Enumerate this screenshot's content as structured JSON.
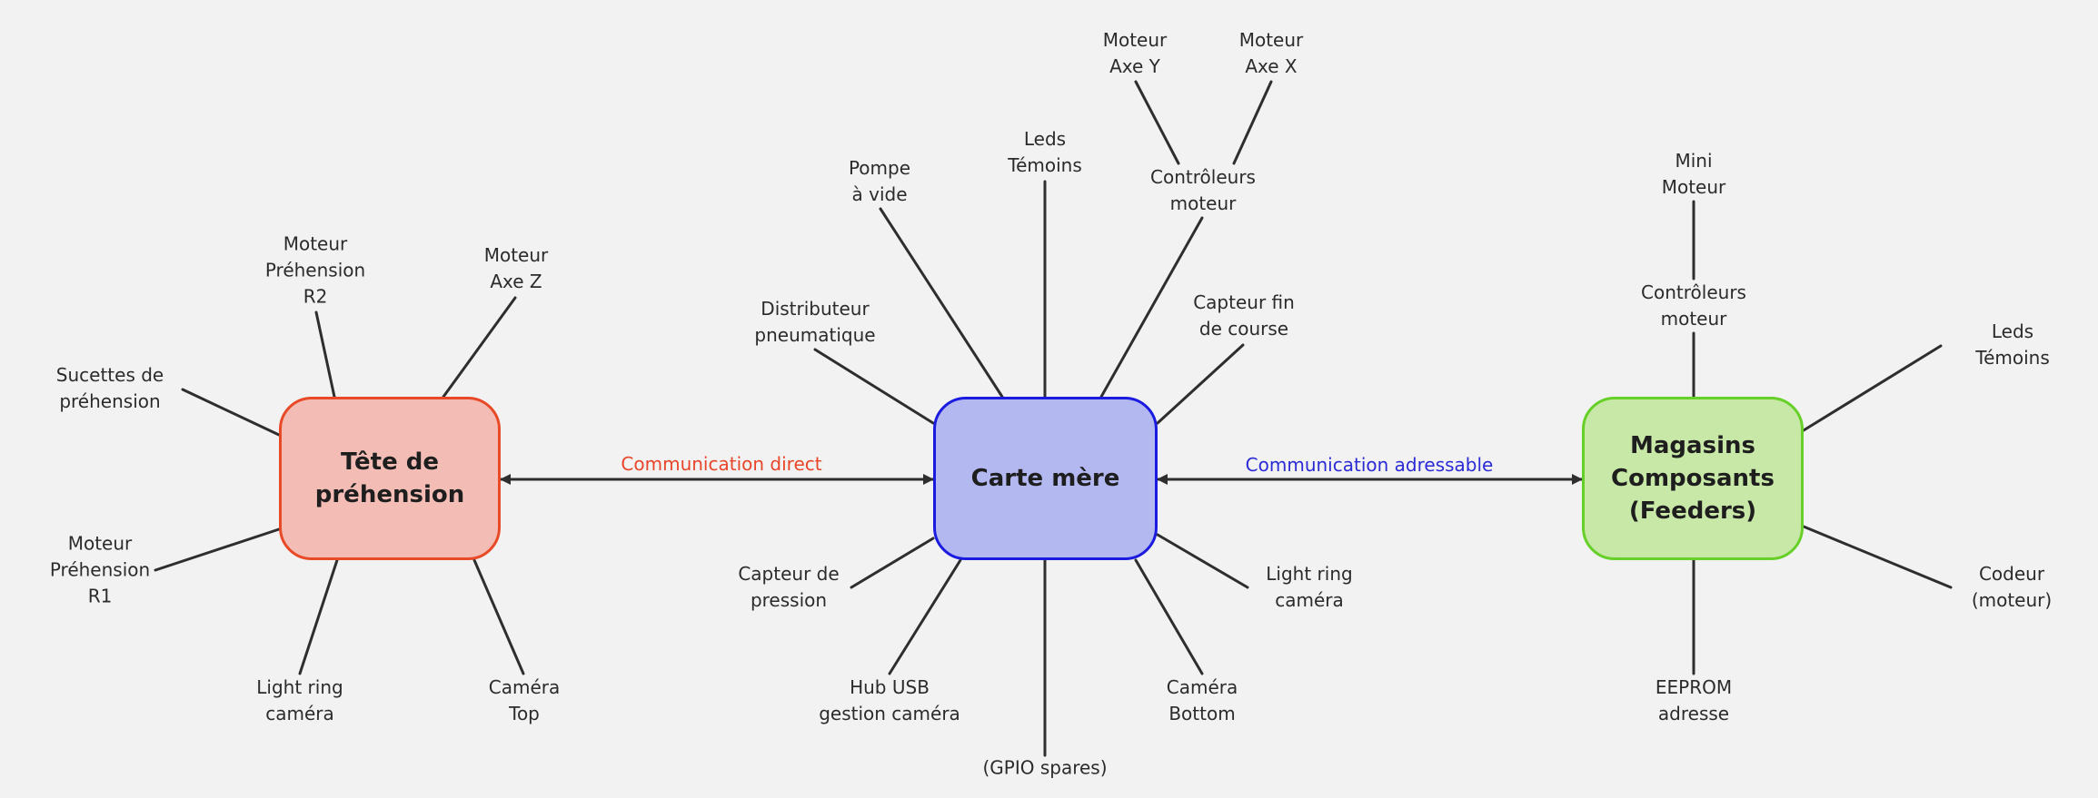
{
  "colors": {
    "background": "#f2f2f2",
    "line": "#2e2e2e",
    "head_fill": "#f3bdb5",
    "head_border": "#e84a27",
    "mother_fill": "#b3b8f1",
    "mother_border": "#1b1be0",
    "feeder_fill": "#c8e8a8",
    "feeder_border": "#66d028",
    "link_direct": "#e8452a",
    "link_address": "#2b2bd6"
  },
  "nodes": {
    "head": "Tête de\npréhension",
    "mother": "Carte mère",
    "feeders": "Magasins\nComposants\n(Feeders)"
  },
  "connections": {
    "direct": "Communication direct",
    "address": "Communication adressable"
  },
  "head_labels": {
    "moteur_r2": "Moteur\nPréhension\nR2",
    "moteur_z": "Moteur\nAxe Z",
    "sucettes": "Sucettes de\npréhension",
    "moteur_r1": "Moteur\nPréhension\nR1",
    "light_ring": "Light ring\ncaméra",
    "camera_top": "Caméra\nTop"
  },
  "mother_labels": {
    "pompe": "Pompe\nà vide",
    "leds": "Leds\nTémoins",
    "moteur_y": "Moteur\nAxe Y",
    "moteur_x": "Moteur\nAxe X",
    "controleurs": "Contrôleurs\nmoteur",
    "distributeur": "Distributeur\npneumatique",
    "capteur_fin": "Capteur fin\nde course",
    "capteur_pression": "Capteur de\npression",
    "hub_usb": "Hub USB\ngestion caméra",
    "gpio": "(GPIO spares)",
    "camera_bottom": "Caméra\nBottom",
    "light_ring": "Light ring\ncaméra"
  },
  "feeder_labels": {
    "mini_moteur": "Mini\nMoteur",
    "controleurs": "Contrôleurs\nmoteur",
    "leds": "Leds\nTémoins",
    "codeur": "Codeur\n(moteur)",
    "eeprom": "EEPROM\nadresse"
  }
}
